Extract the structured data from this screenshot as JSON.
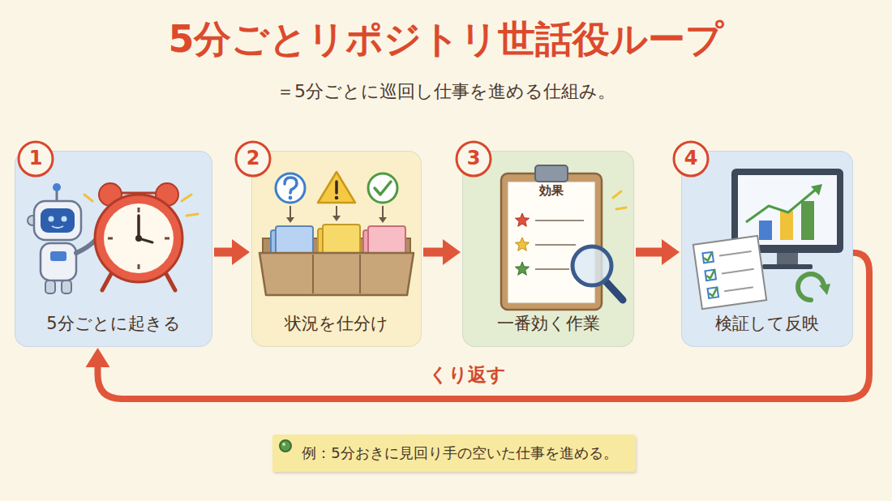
{
  "diagram": {
    "title": "5分ごとリポジトリ世話役ループ",
    "nodes": [
      {
        "text": [
          "5分ごとに起きる"
        ]
      },
      {
        "text": [
          "状況を仕分け"
        ]
      },
      {
        "text": [
          "一番効く作業"
        ]
      },
      {
        "text": [
          "検証して反映"
        ]
      },
      {
        "text": [
          "例：5分おきに見回り手の空いた仕事を進める。"
        ]
      }
    ],
    "edges": [
      {
        "from": 0,
        "to": 1,
        "arrow": "to"
      },
      {
        "from": 1,
        "to": 2,
        "arrow": "to"
      },
      {
        "from": 2,
        "to": 3,
        "arrow": "to"
      },
      {
        "from": 3,
        "to": 0,
        "arrow": "to",
        "label": "くり返す"
      }
    ],
    "labels": [
      "＝5分ごとに巡回し仕事を進める仕組み。",
      "1",
      "2",
      "3",
      "4",
      "効果"
    ]
  }
}
